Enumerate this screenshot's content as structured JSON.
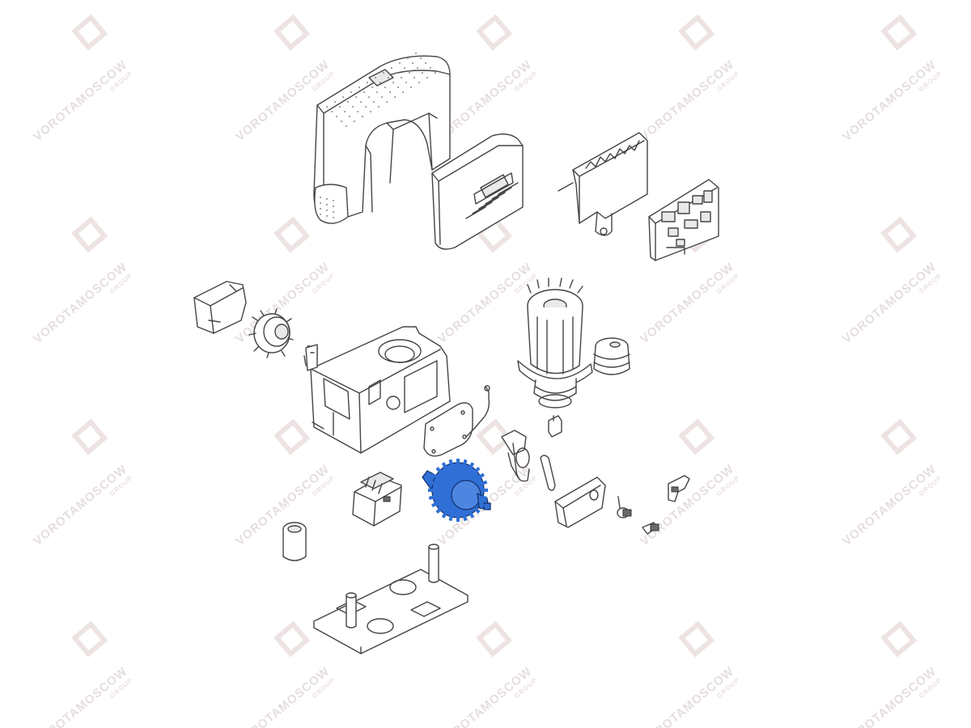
{
  "watermark": {
    "brand": "VOROTAMOSCOW",
    "sub": "GROUP",
    "color": "#e8dcdc"
  },
  "highlight_color": "#2f6fd6",
  "parts": [
    {
      "name": "cover-top",
      "highlighted": false
    },
    {
      "name": "cover-front",
      "highlighted": false
    },
    {
      "name": "control-board-bracket",
      "highlighted": false
    },
    {
      "name": "control-board",
      "highlighted": false
    },
    {
      "name": "pinion-cover",
      "highlighted": false
    },
    {
      "name": "pinion-gear",
      "highlighted": false
    },
    {
      "name": "gearbox-housing",
      "highlighted": false
    },
    {
      "name": "motor",
      "highlighted": false
    },
    {
      "name": "limit-switch-spring",
      "highlighted": false
    },
    {
      "name": "gasket",
      "highlighted": false
    },
    {
      "name": "transformer",
      "highlighted": false
    },
    {
      "name": "worm-gear-shaft",
      "highlighted": true
    },
    {
      "name": "release-lever",
      "highlighted": false
    },
    {
      "name": "release-door",
      "highlighted": false
    },
    {
      "name": "release-key",
      "highlighted": false
    },
    {
      "name": "bushing",
      "highlighted": false
    },
    {
      "name": "base-plate",
      "highlighted": false
    }
  ]
}
